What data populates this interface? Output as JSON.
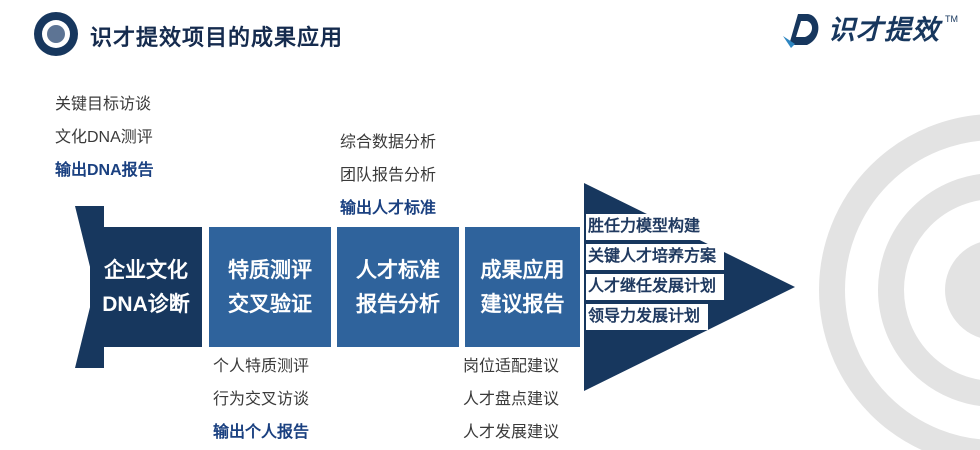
{
  "header": {
    "title": "识才提效项目的成果应用"
  },
  "brand": {
    "name": "识才提效",
    "trademark": "TM"
  },
  "colors": {
    "navy": "#17375e",
    "steel_blue": "#2f639c",
    "highlight_text": "#1a4080",
    "body_text": "#3a3a3a",
    "outcome_text": "#203a60",
    "ring_gray": "#e3e3e3",
    "stage_text": "#ffffff"
  },
  "flow": {
    "stages": [
      {
        "line1": "企业文化",
        "line2": "DNA诊断"
      },
      {
        "line1": "特质测评",
        "line2": "交叉验证"
      },
      {
        "line1": "人才标准",
        "line2": "报告分析"
      },
      {
        "line1": "成果应用",
        "line2": "建议报告"
      }
    ],
    "annotations": {
      "stage1_above": {
        "lines": [
          "关键目标访谈",
          "文化DNA测评"
        ],
        "highlight": "输出DNA报告"
      },
      "stage3_above": {
        "lines": [
          "综合数据分析",
          "团队报告分析"
        ],
        "highlight": "输出人才标准"
      },
      "stage2_below": {
        "lines": [
          "个人特质测评",
          "行为交叉访谈"
        ],
        "highlight": "输出个人报告"
      },
      "stage4_below": {
        "lines": [
          "岗位适配建议",
          "人才盘点建议",
          "人才发展建议"
        ]
      },
      "outcomes": {
        "lines": [
          "胜任力模型构建",
          "关键人才培养方案",
          "人才继任发展计划",
          "领导力发展计划"
        ]
      }
    }
  }
}
